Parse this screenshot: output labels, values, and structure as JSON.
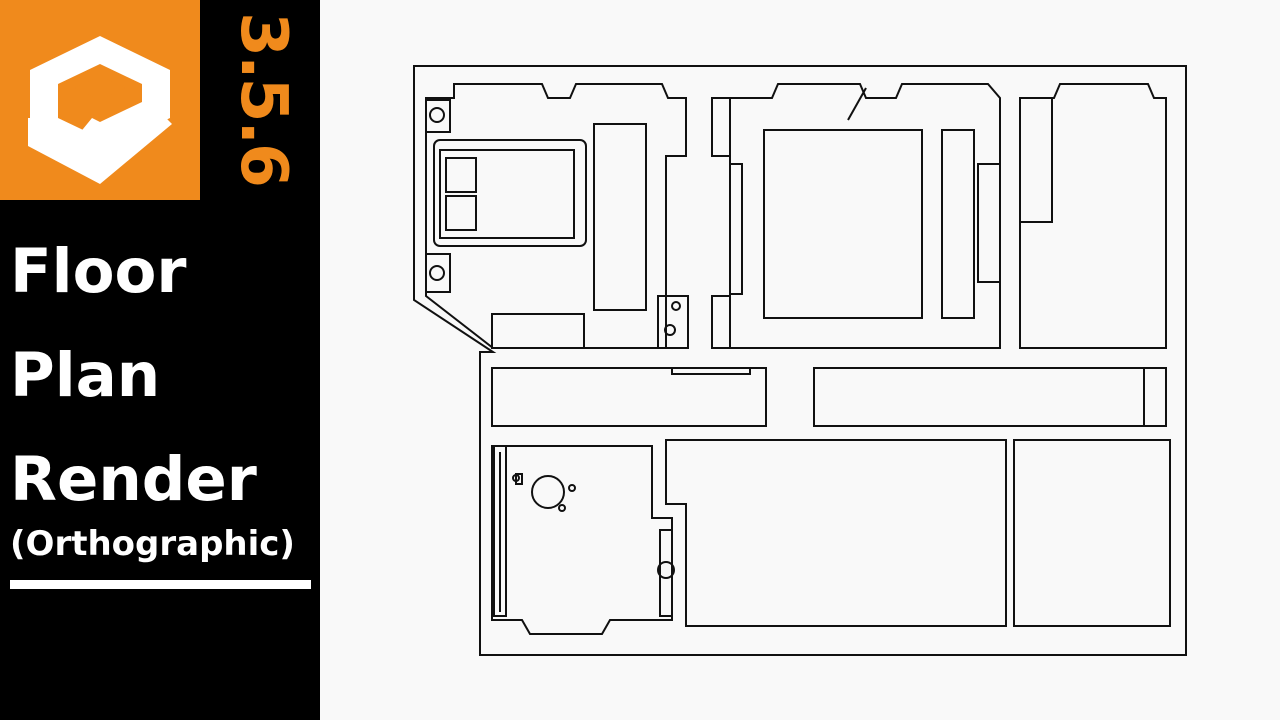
{
  "version": "3.5.6",
  "title": {
    "line1": "Floor",
    "line2": "Plan",
    "line3": "Render"
  },
  "subtitle": "(Orthographic)",
  "colors": {
    "accent": "#f08a1c",
    "sidebar_bg": "#000000",
    "text": "#ffffff",
    "plan_bg": "#f9f9f9",
    "plan_lines": "#111111"
  },
  "icons": {
    "logo": "eevee-logo-icon"
  }
}
